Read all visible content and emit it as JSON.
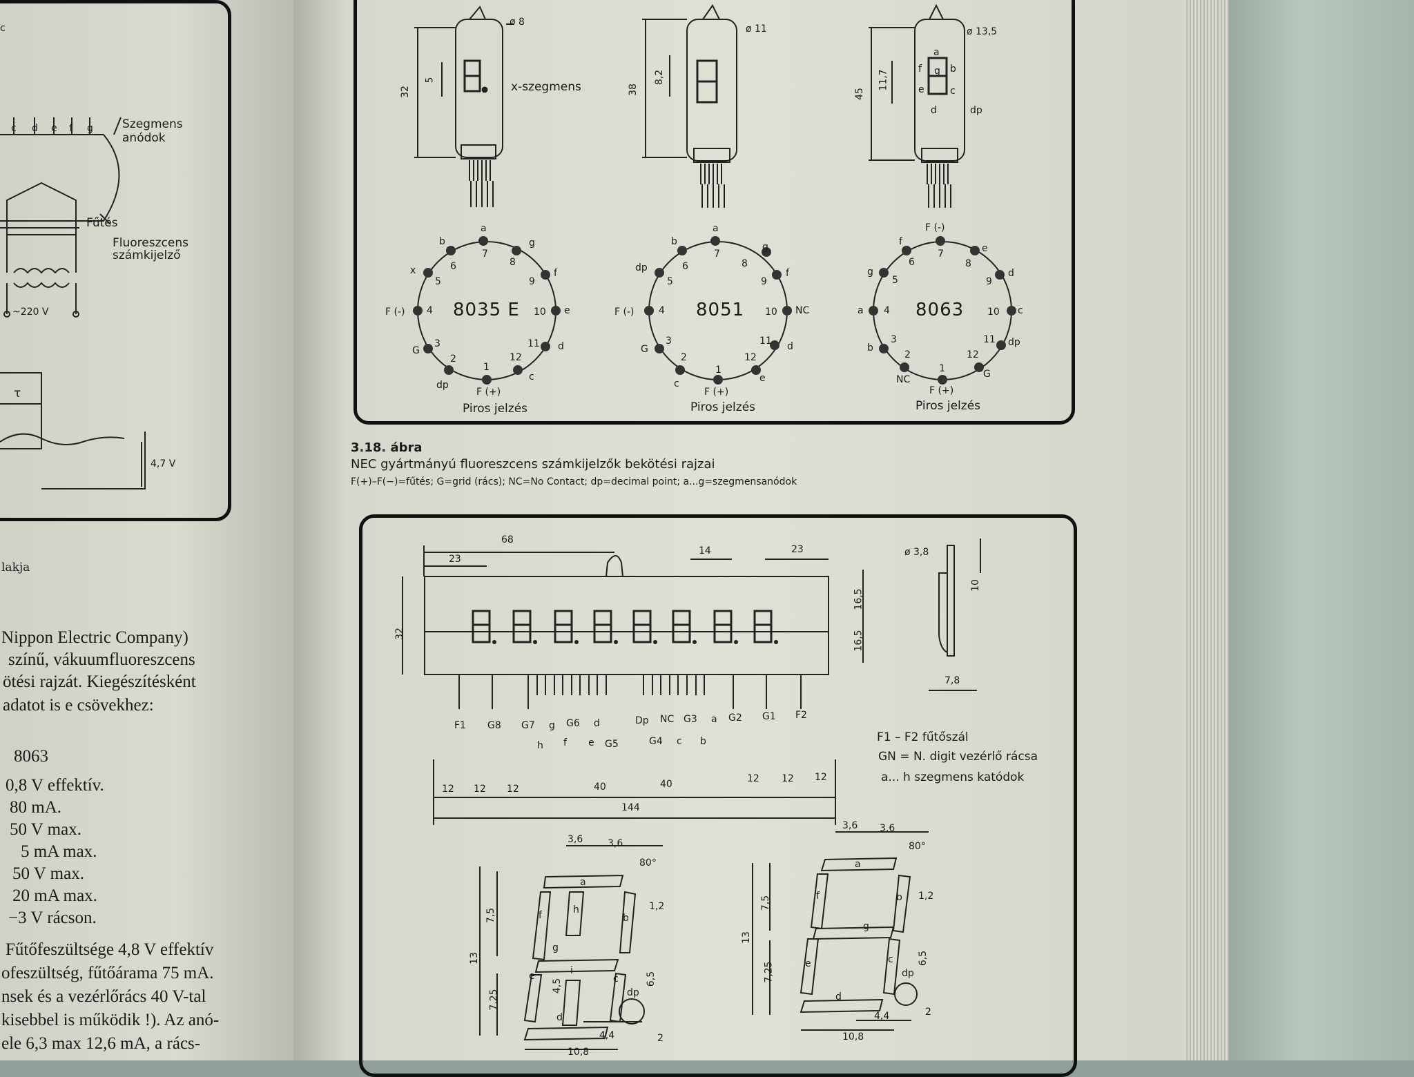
{
  "left_page": {
    "fragment_c": "c",
    "segment_letters": [
      "c",
      "d",
      "e",
      "f",
      "g"
    ],
    "label_segment_anodes": "Szegmens anódok",
    "label_heating": "Fűtés",
    "label_vfd": "Fluoreszcens számkijelző",
    "label_voltage": "~220 V",
    "label_tau": "τ",
    "label_47v": "4,7 V",
    "caption_fragment": "lakja",
    "text_lines": [
      "Nippon Electric Company)",
      "színű, vákuumfluoreszcens",
      "ötési rajzát. Kiegészítésként",
      "adatot is e csövekhez:"
    ],
    "spec_header": "8063",
    "spec_values": [
      "0,8 V effektív.",
      "80 mA.",
      "50 V max.",
      "5 mA max.",
      "50 V max.",
      "20 mA max.",
      "−3 V rácson."
    ],
    "bottom_lines": [
      "Fűtőfeszültsége 4,8 V effektív",
      "ofeszültség, fűtőárama 75 mA.",
      "nsek és a vezérlőrács 40 V-tal",
      "kisebbel is működik !). Az anó-",
      "ele 6,3 max 12,6 mA, a rács-"
    ]
  },
  "figure_318": {
    "tubes": [
      {
        "height_label": "32",
        "diameter_label": "ø 8",
        "digit_height": "5",
        "segment_note": "x-szegmens"
      },
      {
        "height_label": "38",
        "diameter_label": "ø 11",
        "digit_height": "8,2"
      },
      {
        "height_label": "45",
        "diameter_label": "ø 13,5",
        "digit_height": "11,7",
        "segments": [
          "a",
          "f",
          "g",
          "b",
          "e",
          "c",
          "d",
          "dp"
        ]
      }
    ],
    "pinouts": [
      {
        "code": "8035 E",
        "labels": [
          "a",
          "b",
          "g",
          "x",
          "f",
          "F (-)",
          "e",
          "G",
          "d",
          "dp",
          "c",
          "F (+)"
        ],
        "numbers": [
          "7",
          "6",
          "8",
          "5",
          "9",
          "4",
          "10",
          "3",
          "11",
          "2",
          "12",
          "1"
        ],
        "footer": "Piros jelzés"
      },
      {
        "code": "8051",
        "labels": [
          "a",
          "b",
          "g",
          "dp",
          "f",
          "F (-)",
          "NC",
          "G",
          "d",
          "c",
          "e",
          "F (+)"
        ],
        "numbers": [
          "7",
          "6",
          "8",
          "5",
          "9",
          "4",
          "10",
          "3",
          "11",
          "2",
          "12",
          "1"
        ],
        "footer": "Piros jelzés"
      },
      {
        "code": "8063",
        "labels": [
          "F (-)",
          "f",
          "e",
          "g",
          "d",
          "a",
          "c",
          "b",
          "dp",
          "NC",
          "G",
          "F (+)"
        ],
        "numbers": [
          "7",
          "6",
          "8",
          "5",
          "9",
          "4",
          "10",
          "3",
          "11",
          "2",
          "12",
          "1"
        ],
        "footer": "Piros jelzés"
      }
    ],
    "caption_number": "3.18. ábra",
    "caption_title": "NEC gyártmányú fluoreszcens számkijelzők bekötési rajzai",
    "caption_legend": "F(+)–F(−)=fűtés; G=grid (rács); NC=No Contact; dp=decimal point; a...g=szegmensanódok"
  },
  "figure_bottom": {
    "dims_top": [
      "68",
      "23",
      "14",
      "23"
    ],
    "dim_height": "32",
    "dims_right": [
      "16,5",
      "16,5"
    ],
    "side_dims": [
      "ø 3,8",
      "10",
      "7,8"
    ],
    "pins_row1": [
      "F1",
      "G8",
      "G7",
      "g",
      "G6",
      "d",
      "Dp",
      "NC",
      "G3",
      "a",
      "G2",
      "G1",
      "F2"
    ],
    "pins_row2": [
      "h",
      "f",
      "e",
      "G5",
      "G4",
      "c",
      "b"
    ],
    "legend": [
      "F1 – F2 fűtőszál",
      "GN = N. digit vezérlő rácsa",
      "a... h szegmens katódok"
    ],
    "pitch_dims": [
      "12",
      "12",
      "12",
      "40",
      "40",
      "12",
      "12",
      "12"
    ],
    "total_length": "144",
    "segment_dims_left": [
      "3,6",
      "3,6",
      "80°",
      "1,2",
      "7,5",
      "13",
      "7,25",
      "4,5",
      "6,5",
      "dp",
      "4,4",
      "2",
      "10,8"
    ],
    "segment_letters_left": [
      "a",
      "f",
      "h",
      "b",
      "g",
      "e",
      "i",
      "c",
      "d"
    ],
    "segment_dims_right": [
      "3,6",
      "3,6",
      "80°",
      "1,2",
      "7,5",
      "13",
      "7,25",
      "6,5",
      "dp",
      "4,4",
      "2",
      "10,8"
    ],
    "segment_letters_right": [
      "a",
      "f",
      "b",
      "g",
      "e",
      "c",
      "d"
    ]
  }
}
